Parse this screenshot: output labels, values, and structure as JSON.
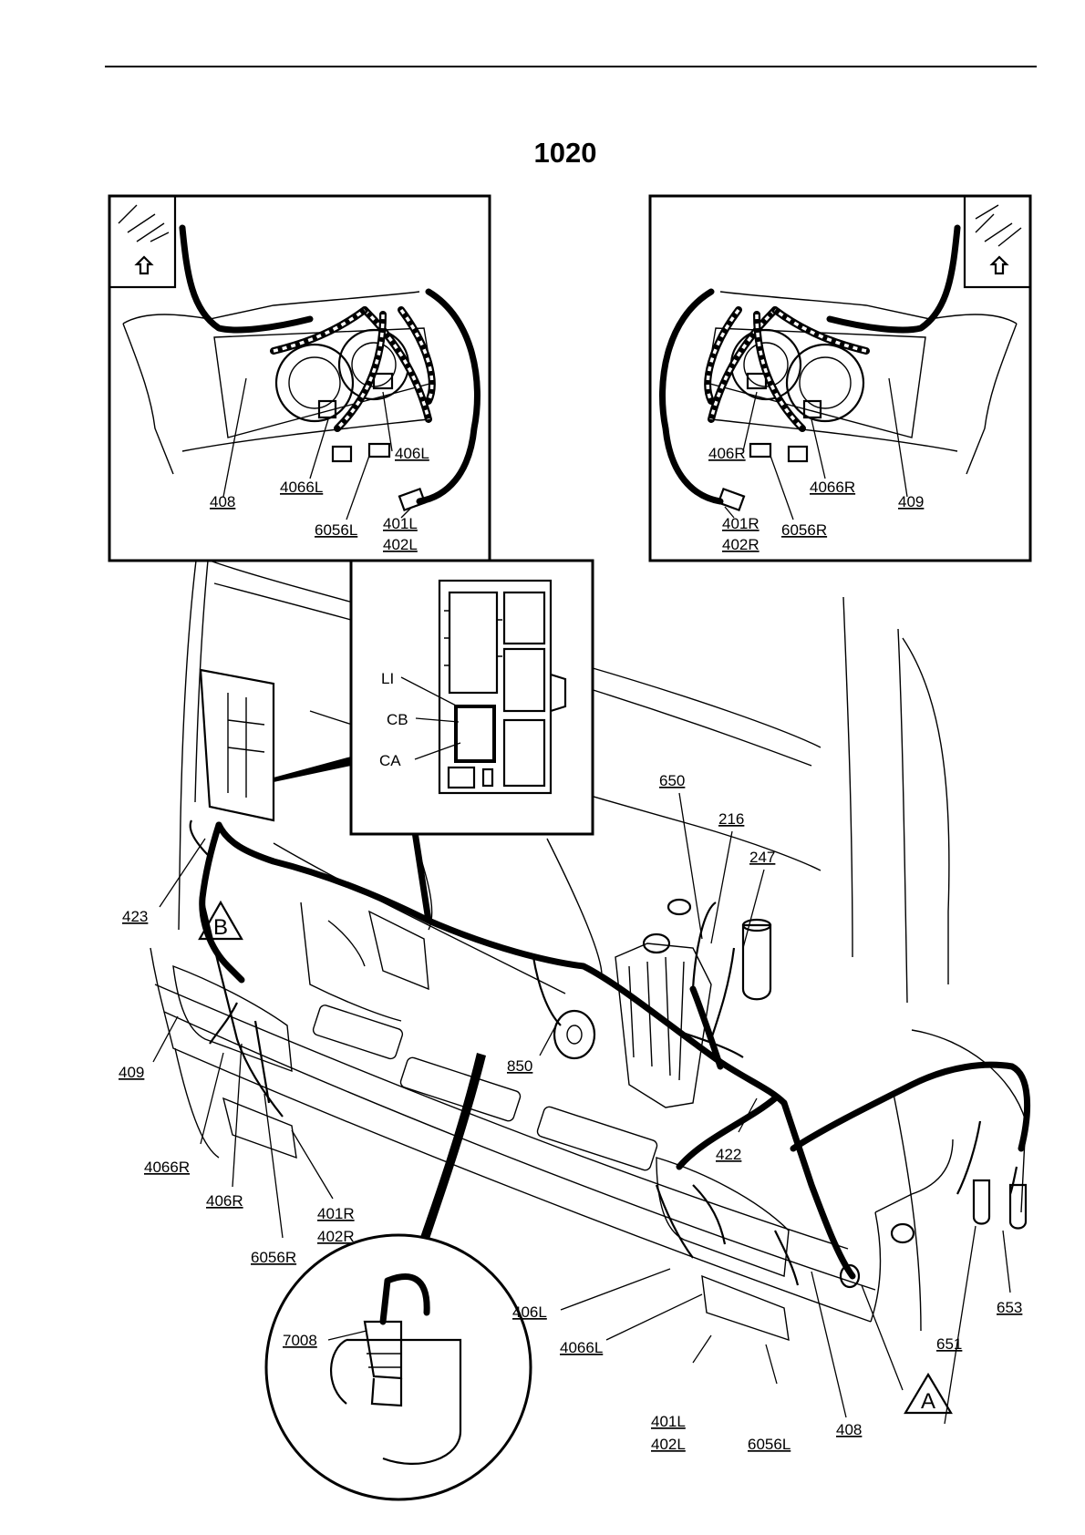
{
  "header": {
    "page_number": "1020"
  },
  "inset_left": {
    "labels": {
      "l408": "408",
      "l4066L": "4066L",
      "l406L": "406L",
      "l6056L": "6056L",
      "l401L": "401L",
      "l402L": "402L"
    }
  },
  "inset_right": {
    "labels": {
      "l406R": "406R",
      "l4066R": "4066R",
      "l409": "409",
      "l401R": "401R",
      "l402R": "402R",
      "l6056R": "6056R"
    }
  },
  "fusebox_inset": {
    "labels": {
      "LI": "LI",
      "CB": "CB",
      "CA": "CA"
    }
  },
  "detail_circle": {
    "labels": {
      "l7008": "7008"
    }
  },
  "main": {
    "labels": {
      "l650": "650",
      "l216": "216",
      "l247": "247",
      "l423": "423",
      "l409": "409",
      "l850": "850",
      "l422": "422",
      "l4066R": "4066R",
      "l406R": "406R",
      "l401R": "401R",
      "l402R": "402R",
      "l6056R": "6056R",
      "l406L": "406L",
      "l4066L": "4066L",
      "l401L": "401L",
      "l402L": "402L",
      "l6056L": "6056L",
      "l408": "408",
      "l651": "651",
      "l653": "653"
    },
    "markers": {
      "A": "A",
      "B": "B"
    }
  }
}
